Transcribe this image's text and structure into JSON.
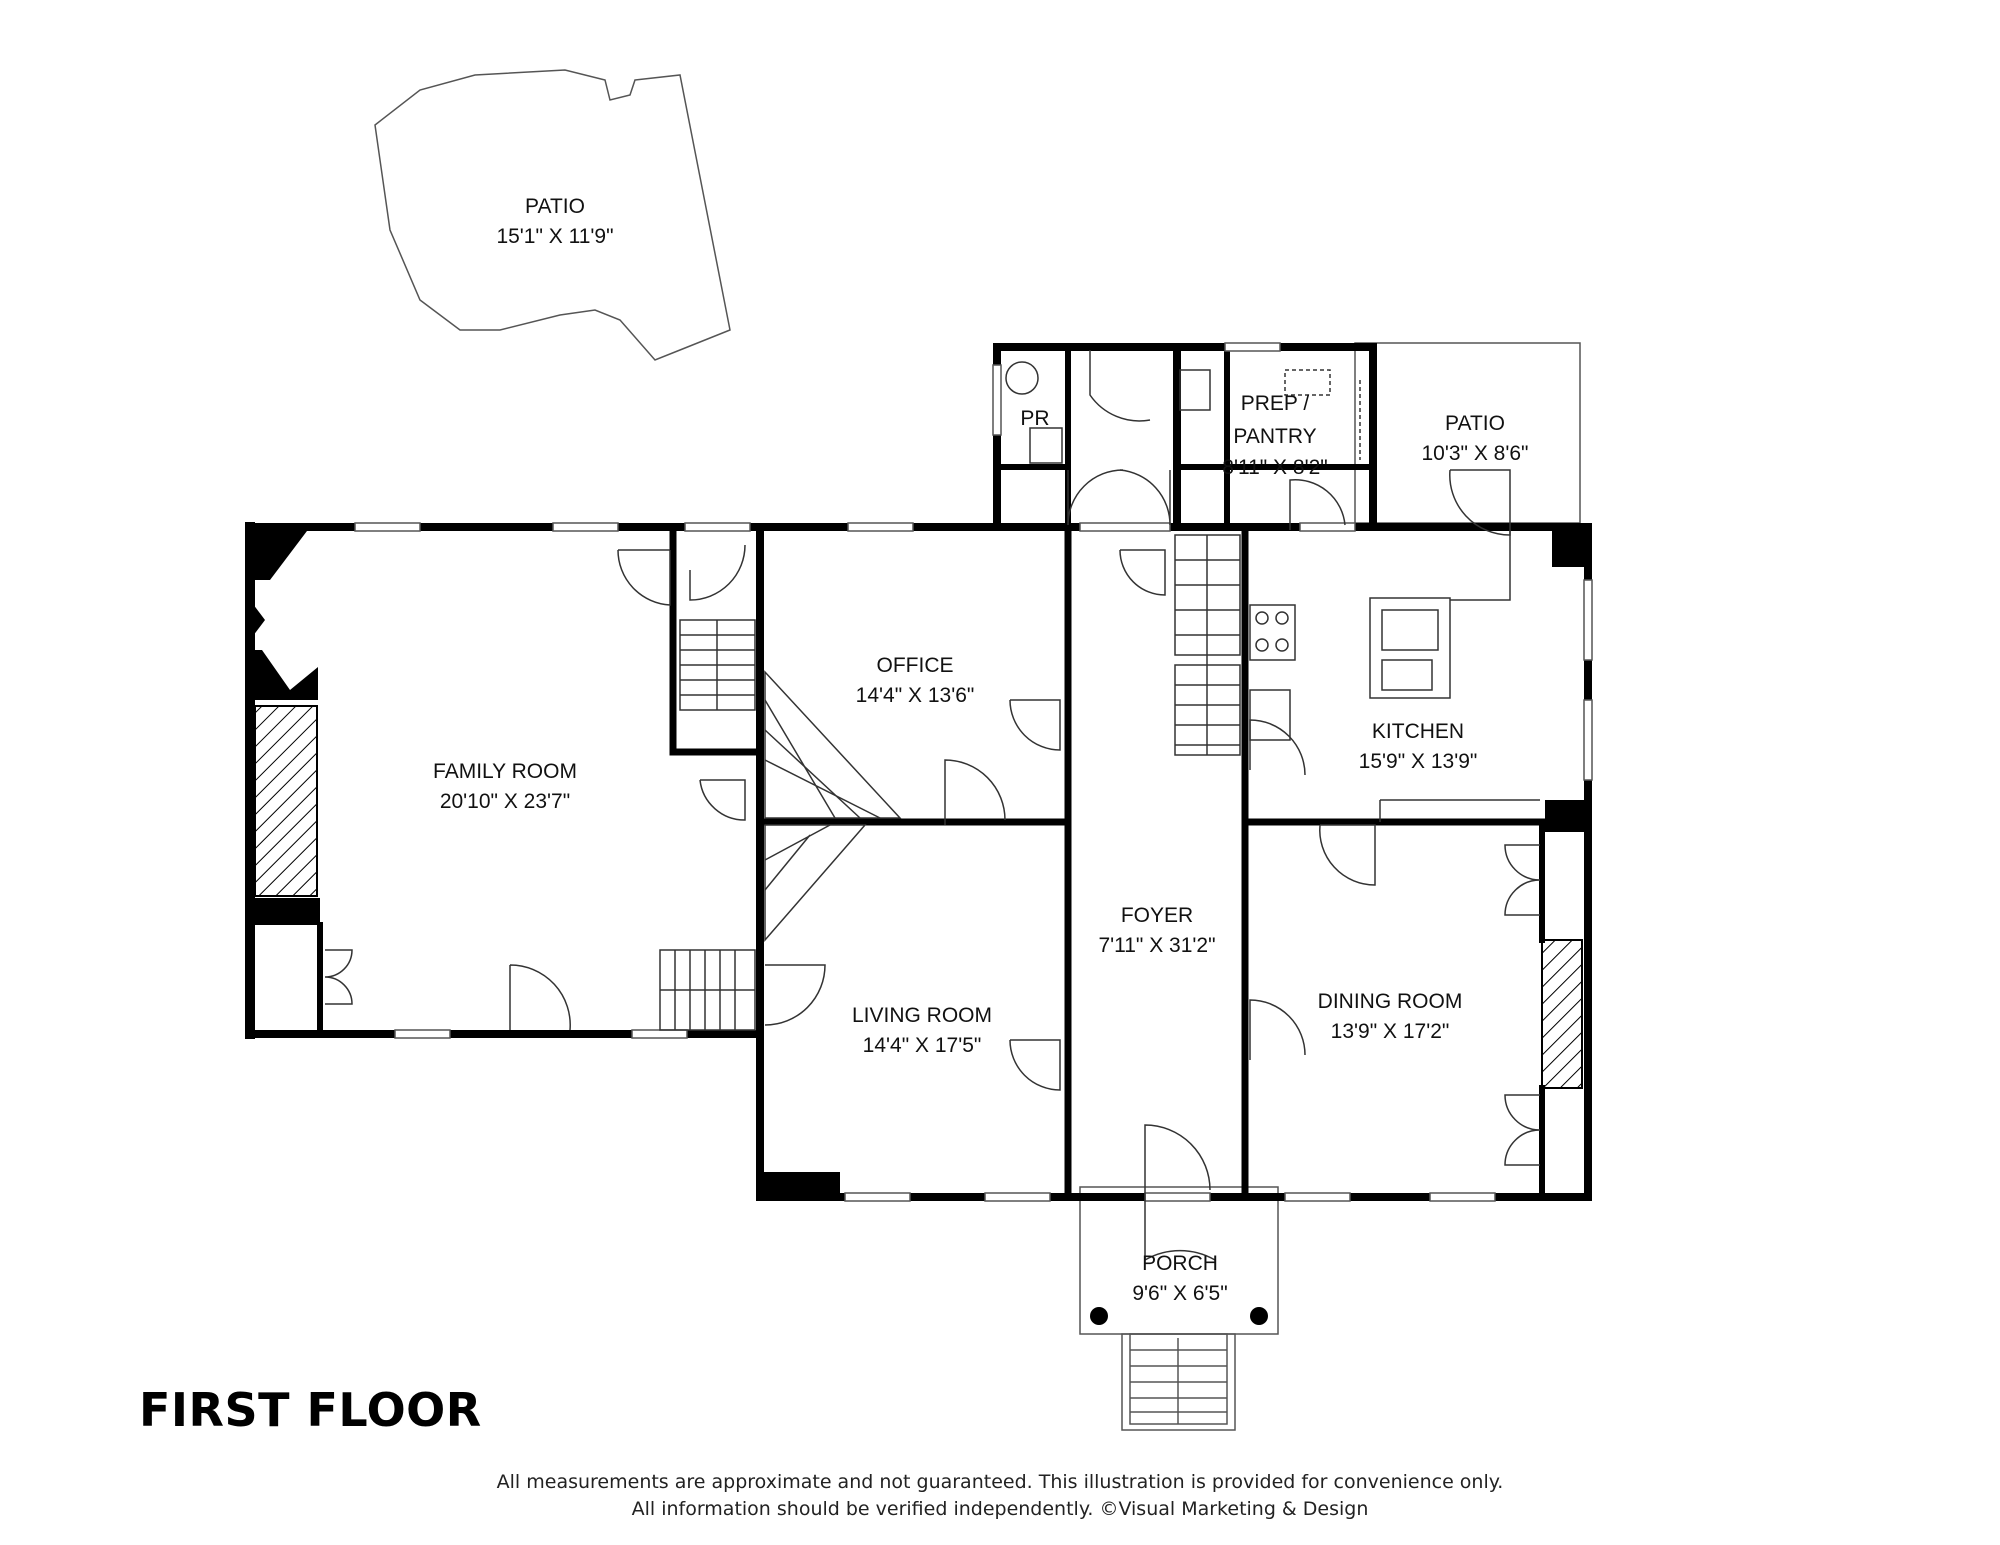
{
  "plan_title": "FIRST FLOOR",
  "disclaimer": {
    "line1": "All measurements are approximate and not guaranteed. This illustration is provided for convenience only.",
    "line2": "All information should be verified independently. ©Visual Marketing & Design"
  },
  "rooms": {
    "patio_top": {
      "name": "PATIO",
      "dims": "15'1\" X 11'9\""
    },
    "pr": {
      "name": "PR"
    },
    "prep_pantry": {
      "name_line1": "PREP /",
      "name_line2": "PANTRY",
      "dims": "8'11\" X 8'2\""
    },
    "patio_right": {
      "name": "PATIO",
      "dims": "10'3\" X 8'6\""
    },
    "office": {
      "name": "OFFICE",
      "dims": "14'4\" X 13'6\""
    },
    "family_room": {
      "name": "FAMILY ROOM",
      "dims": "20'10\" X 23'7\""
    },
    "kitchen": {
      "name": "KITCHEN",
      "dims": "15'9\" X 13'9\""
    },
    "foyer": {
      "name": "FOYER",
      "dims": "7'11\" X 31'2\""
    },
    "living_room": {
      "name": "LIVING ROOM",
      "dims": "14'4\" X 17'5\""
    },
    "dining_room": {
      "name": "DINING ROOM",
      "dims": "13'9\" X 17'2\""
    },
    "porch": {
      "name": "PORCH",
      "dims": "9'6\" X 6'5\""
    }
  },
  "colors": {
    "wall": "#000000",
    "thin_line": "#555555",
    "text": "#111111"
  }
}
